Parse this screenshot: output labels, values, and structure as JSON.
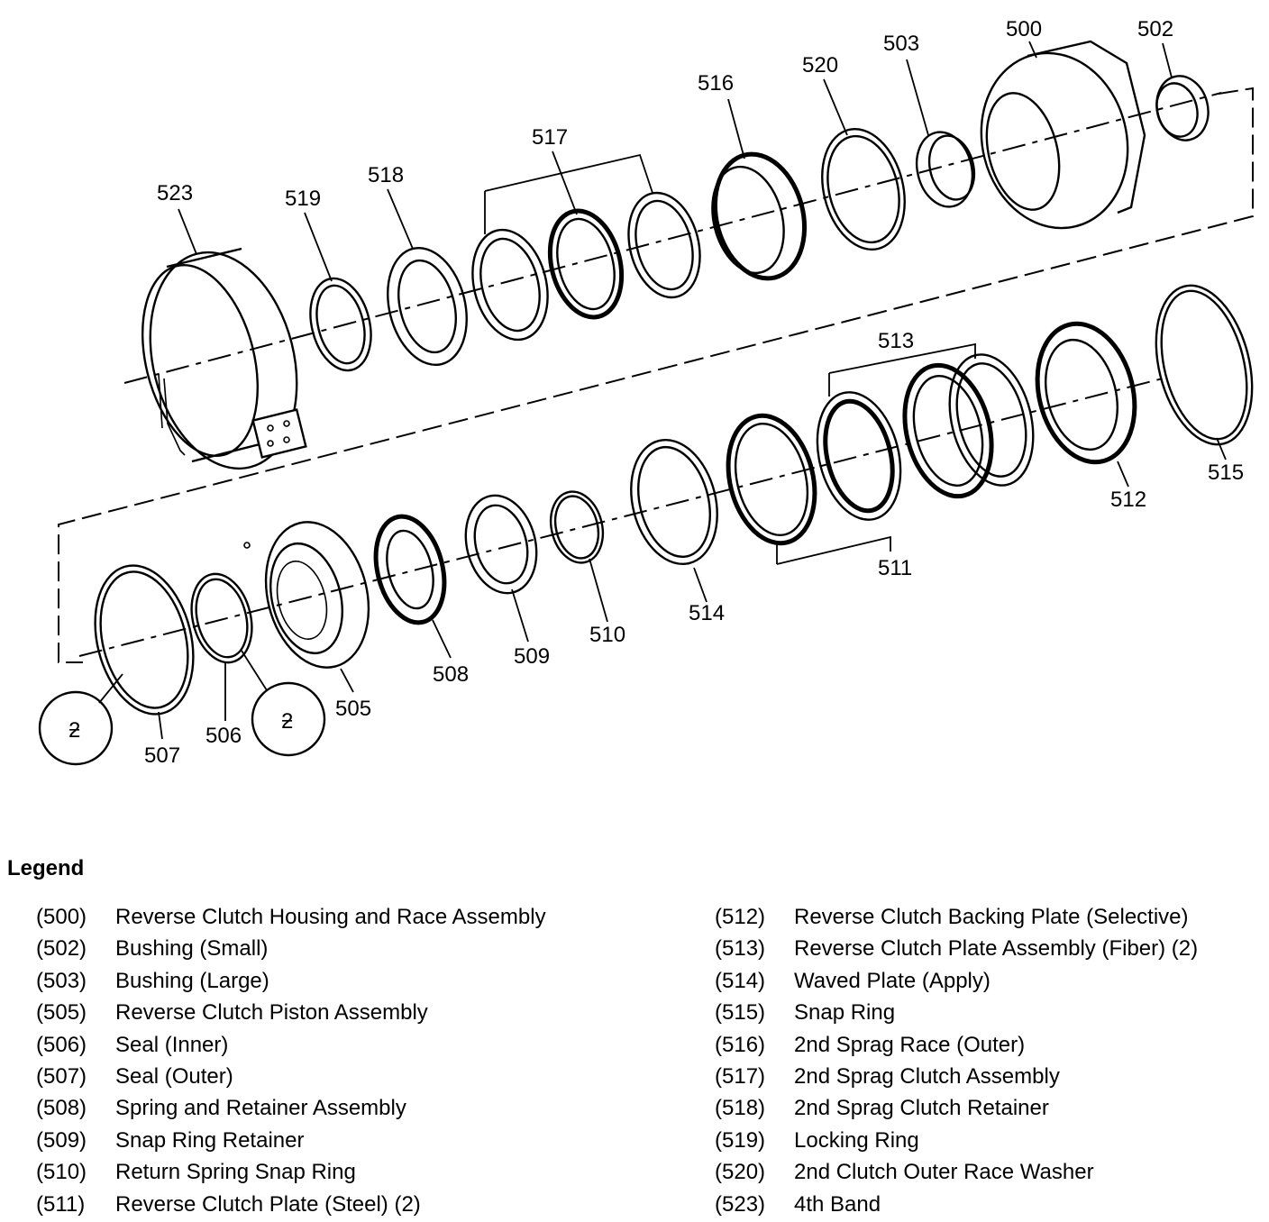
{
  "callouts": {
    "c500": "500",
    "c502": "502",
    "c503": "503",
    "c505": "505",
    "c506": "506",
    "c507": "507",
    "c508": "508",
    "c509": "509",
    "c510": "510",
    "c511": "511",
    "c512": "512",
    "c513": "513",
    "c514": "514",
    "c515": "515",
    "c516": "516",
    "c517": "517",
    "c518": "518",
    "c519": "519",
    "c520": "520",
    "c523": "523"
  },
  "legend": {
    "title": "Legend",
    "left": [
      {
        "num": "(500)",
        "text": "Reverse Clutch Housing and Race Assembly"
      },
      {
        "num": "(502)",
        "text": "Bushing (Small)"
      },
      {
        "num": "(503)",
        "text": "Bushing (Large)"
      },
      {
        "num": "(505)",
        "text": "Reverse Clutch Piston Assembly"
      },
      {
        "num": "(506)",
        "text": "Seal (Inner)"
      },
      {
        "num": "(507)",
        "text": "Seal (Outer)"
      },
      {
        "num": "(508)",
        "text": "Spring and Retainer Assembly"
      },
      {
        "num": "(509)",
        "text": "Snap Ring Retainer"
      },
      {
        "num": "(510)",
        "text": "Return Spring Snap Ring"
      },
      {
        "num": "(511)",
        "text": "Reverse Clutch Plate (Steel) (2)"
      }
    ],
    "right": [
      {
        "num": "(512)",
        "text": "Reverse Clutch Backing Plate (Selective)"
      },
      {
        "num": "(513)",
        "text": "Reverse Clutch Plate Assembly (Fiber) (2)"
      },
      {
        "num": "(514)",
        "text": "Waved Plate (Apply)"
      },
      {
        "num": "(515)",
        "text": "Snap Ring"
      },
      {
        "num": "(516)",
        "text": "2nd Sprag Race (Outer)"
      },
      {
        "num": "(517)",
        "text": "2nd Sprag Clutch Assembly"
      },
      {
        "num": "(518)",
        "text": "2nd Sprag Clutch Retainer"
      },
      {
        "num": "(519)",
        "text": "Locking Ring"
      },
      {
        "num": "(520)",
        "text": "2nd Clutch Outer Race Washer"
      },
      {
        "num": "(523)",
        "text": "4th  Band"
      }
    ]
  }
}
